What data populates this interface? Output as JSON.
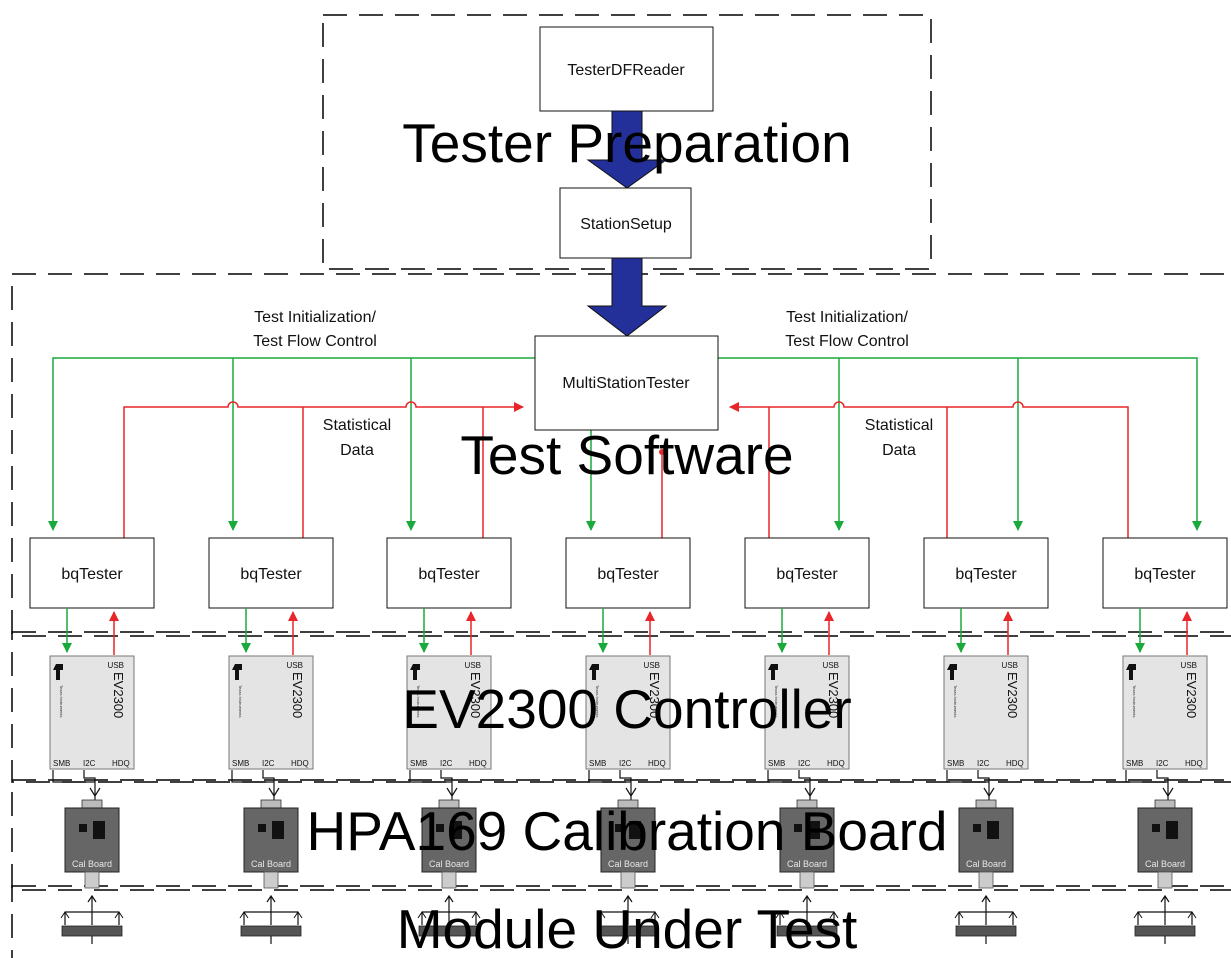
{
  "boxes": {
    "reader": "TesterDFReader",
    "station_setup": "StationSetup",
    "multi_tester": "MultiStationTester",
    "bq_tester": "bqTester"
  },
  "annotations": {
    "init_left_1": "Test Initialization/",
    "init_left_2": "Test Flow Control",
    "init_right_1": "Test Initialization/",
    "init_right_2": "Test Flow Control",
    "stat_left_1": "Statistical",
    "stat_left_2": "Data",
    "stat_right_1": "Statistical",
    "stat_right_2": "Data"
  },
  "sections": {
    "prep": "Tester Preparation",
    "software": "Test Software",
    "controller": "EV2300 Controller",
    "calibration": "HPA169 Calibration Board",
    "module": "Module Under Test"
  },
  "device": {
    "usb": "USB",
    "model": "EV2300",
    "brand": "Texas Instruments",
    "smb": "SMB",
    "i2c": "I2C",
    "hdq": "HDQ",
    "cal_board": "Cal Board"
  },
  "colors": {
    "control_line": "#1aaa3c",
    "data_line": "#e8262a",
    "flow_arrow": "#23309a"
  }
}
